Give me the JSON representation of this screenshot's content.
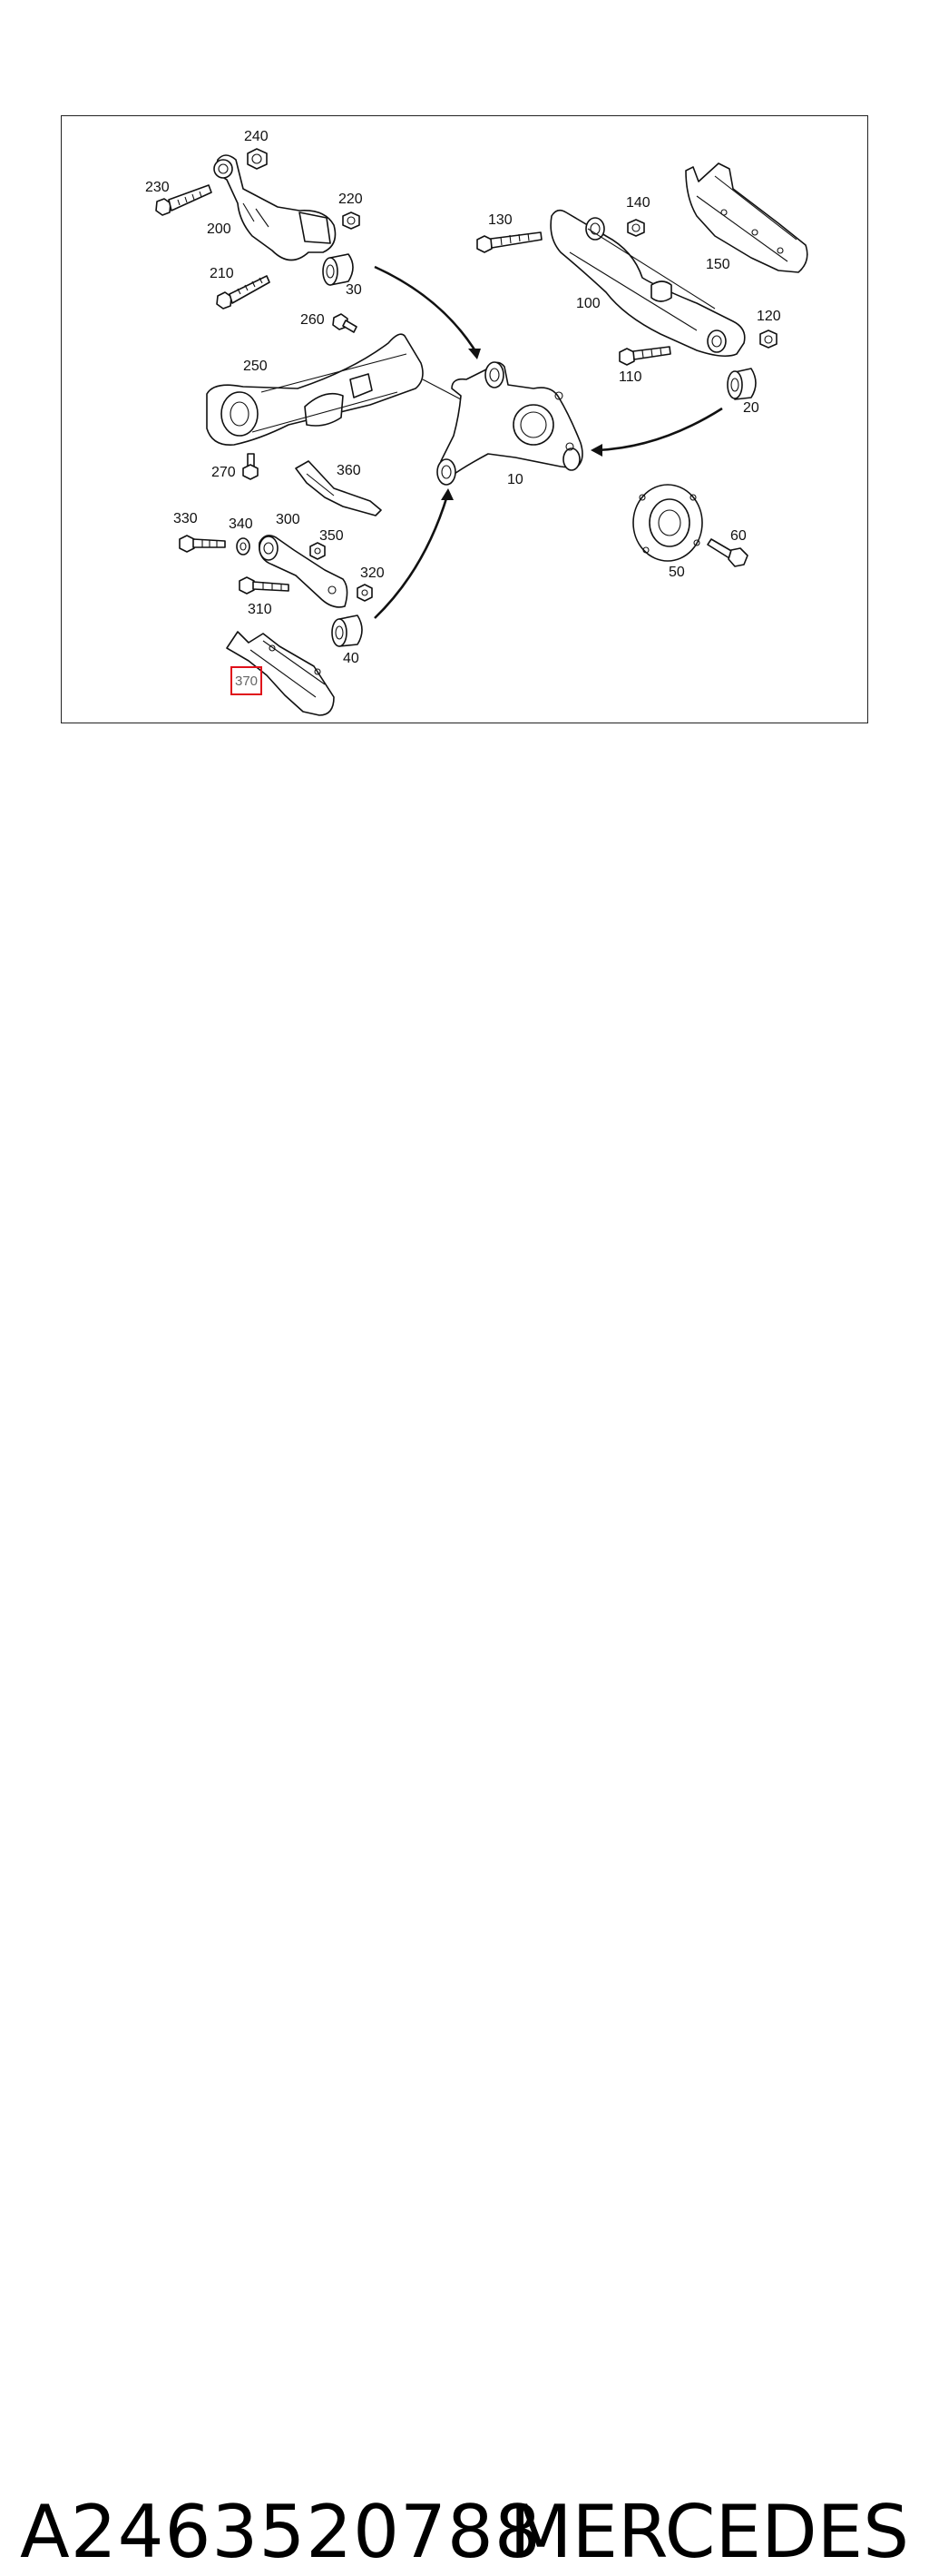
{
  "diagram": {
    "callouts": {
      "c10": "10",
      "c20": "20",
      "c30": "30",
      "c40": "40",
      "c50": "50",
      "c60": "60",
      "c100": "100",
      "c110": "110",
      "c120": "120",
      "c130": "130",
      "c140": "140",
      "c150": "150",
      "c200": "200",
      "c210": "210",
      "c220": "220",
      "c230": "230",
      "c240": "240",
      "c250": "250",
      "c260": "260",
      "c270": "270",
      "c300": "300",
      "c310": "310",
      "c320": "320",
      "c330": "330",
      "c340": "340",
      "c350": "350",
      "c360": "360",
      "c370": "370"
    },
    "highlighted_callout": "370",
    "highlight_color": "#e0101a"
  },
  "footer": {
    "part_number": "A2463520788",
    "brand": "MERCEDES"
  }
}
